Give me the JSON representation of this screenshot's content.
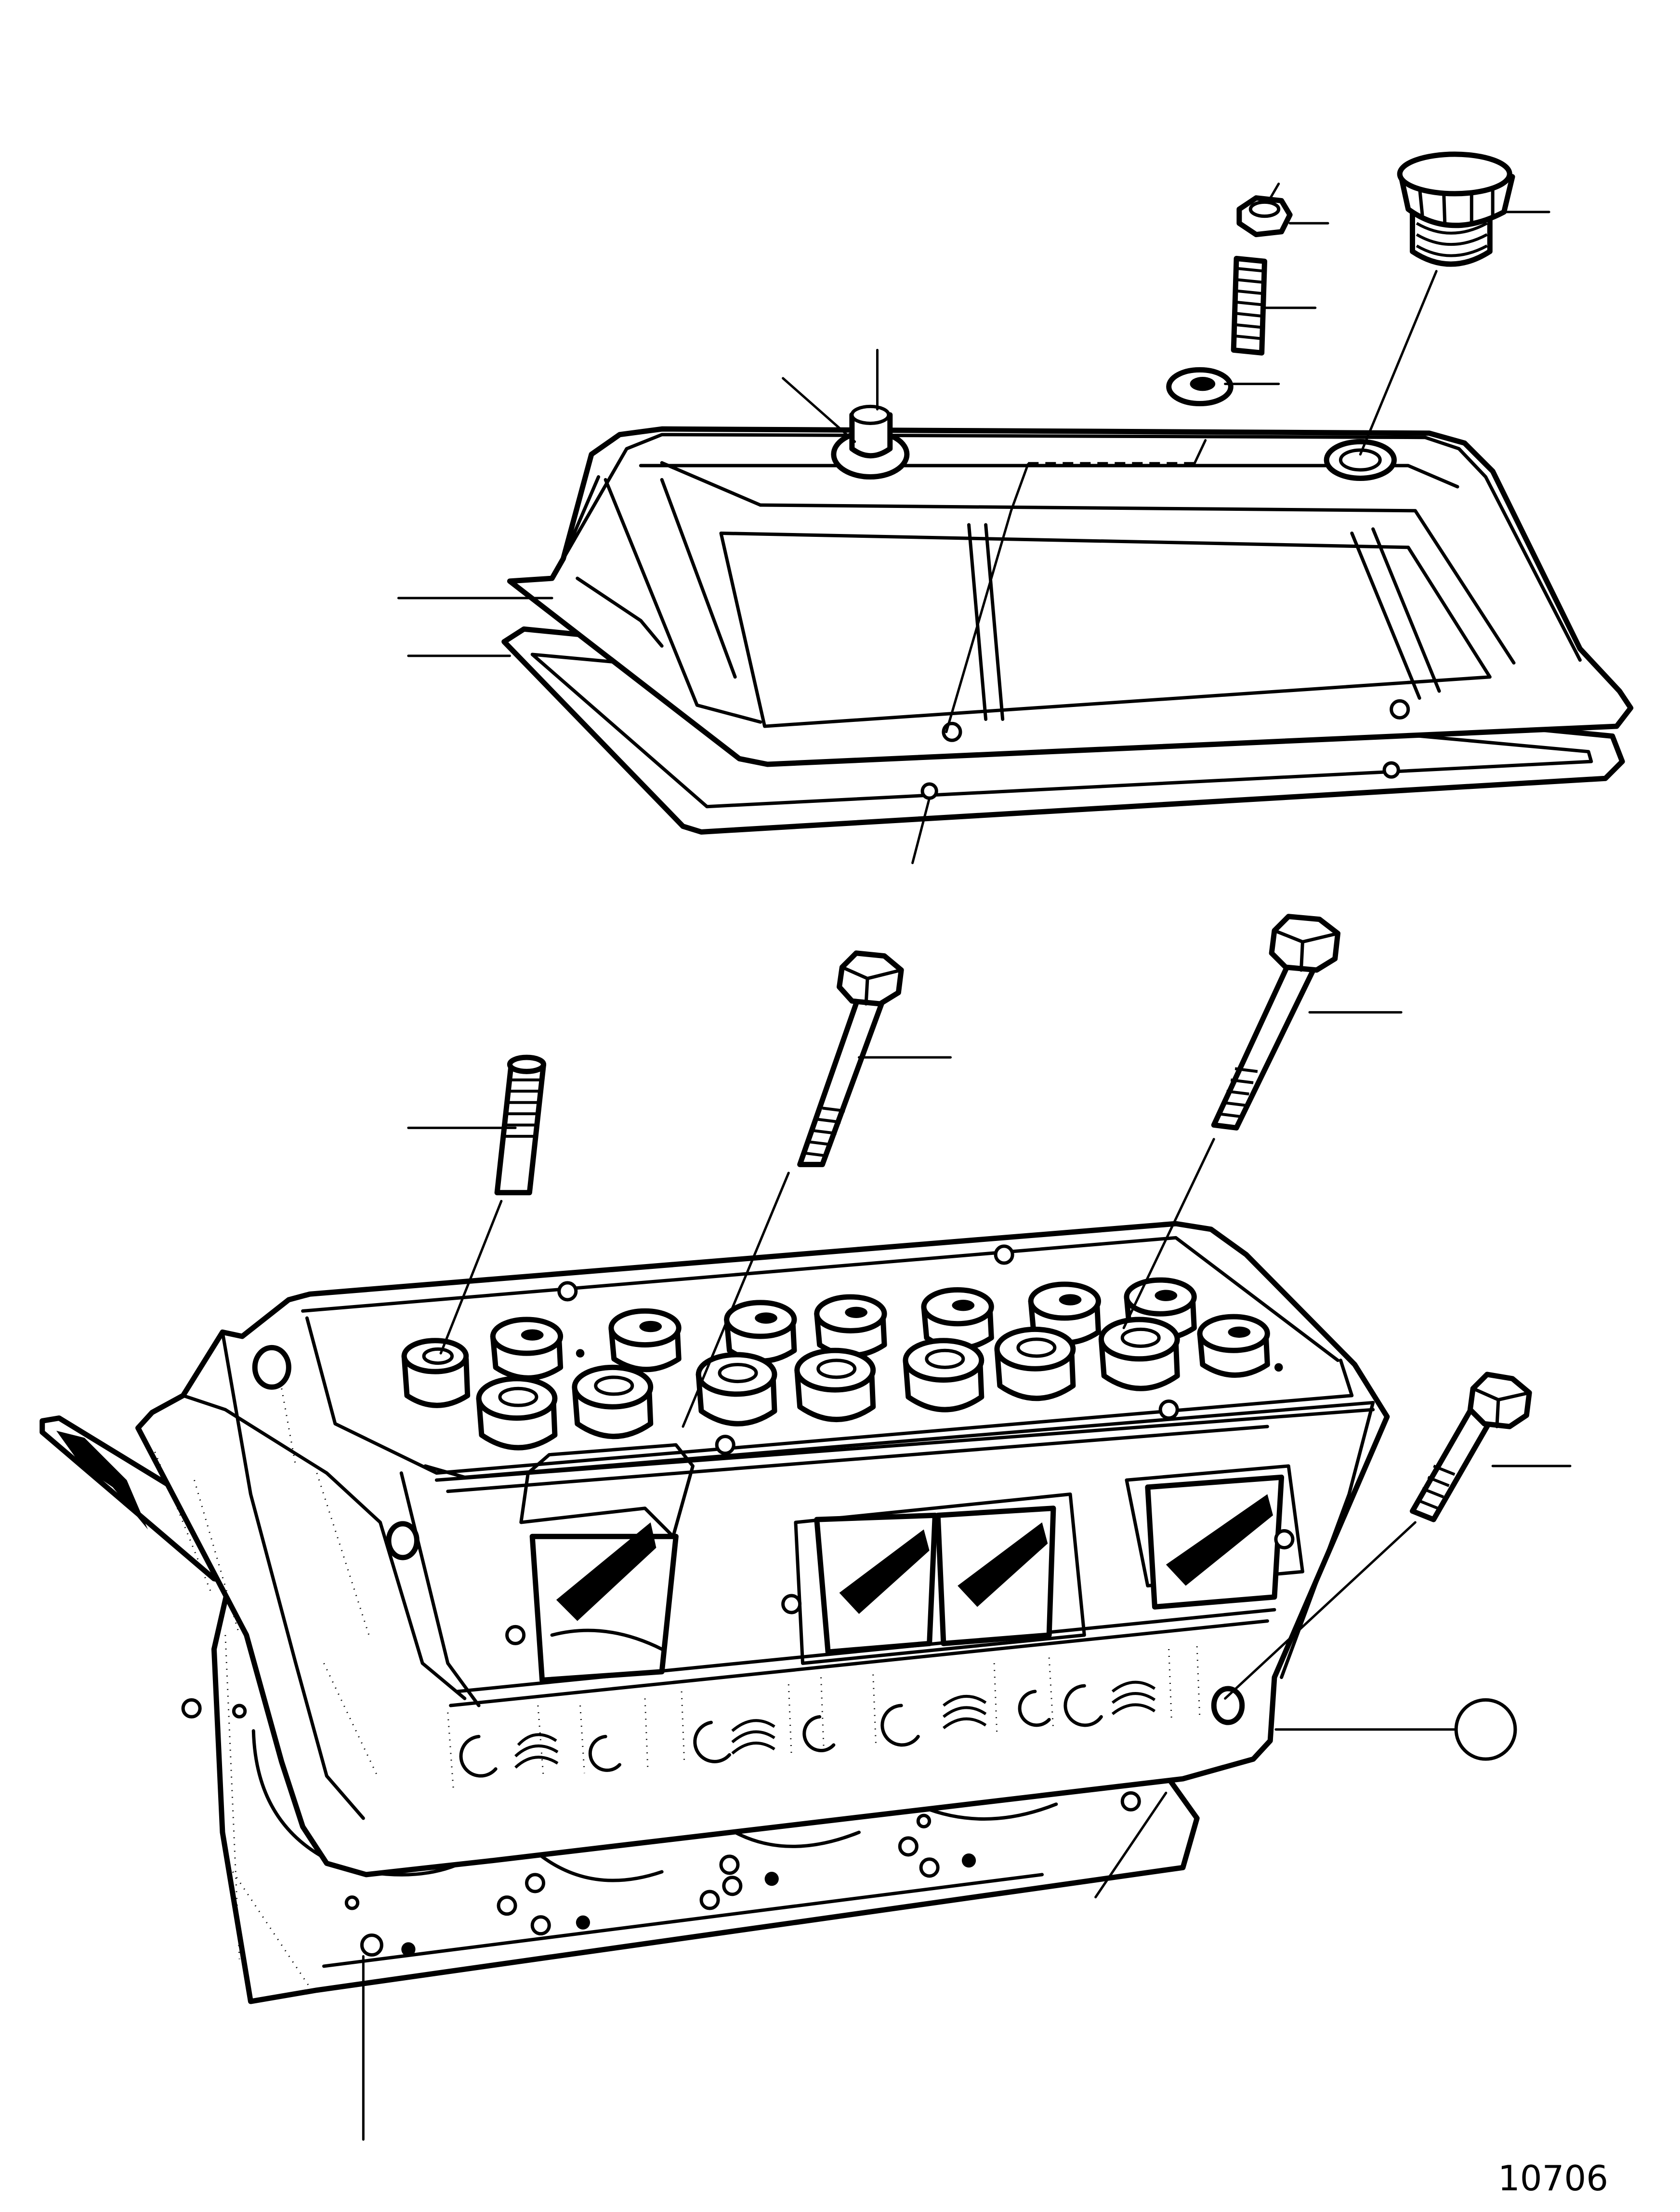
{
  "diagram": {
    "drawing_number": "10706",
    "parts": [
      {
        "name": "oil-filler-cap",
        "icon": "oil-filler-cap-icon"
      },
      {
        "name": "nut",
        "icon": "hex-nut-icon"
      },
      {
        "name": "cover-stud",
        "icon": "stud-icon"
      },
      {
        "name": "washer",
        "icon": "washer-icon"
      },
      {
        "name": "breather-nipple",
        "icon": "breather-nipple-icon"
      },
      {
        "name": "rocker-cover",
        "icon": "rocker-cover-icon"
      },
      {
        "name": "rocker-cover-gasket",
        "icon": "gasket-icon"
      },
      {
        "name": "cylinder-head-stud",
        "icon": "stud-icon"
      },
      {
        "name": "cylinder-head-bolt",
        "icon": "bolt-icon"
      },
      {
        "name": "cylinder-head",
        "icon": "cylinder-head-icon"
      },
      {
        "name": "cylinder-head-gasket",
        "icon": "head-gasket-icon"
      }
    ]
  }
}
